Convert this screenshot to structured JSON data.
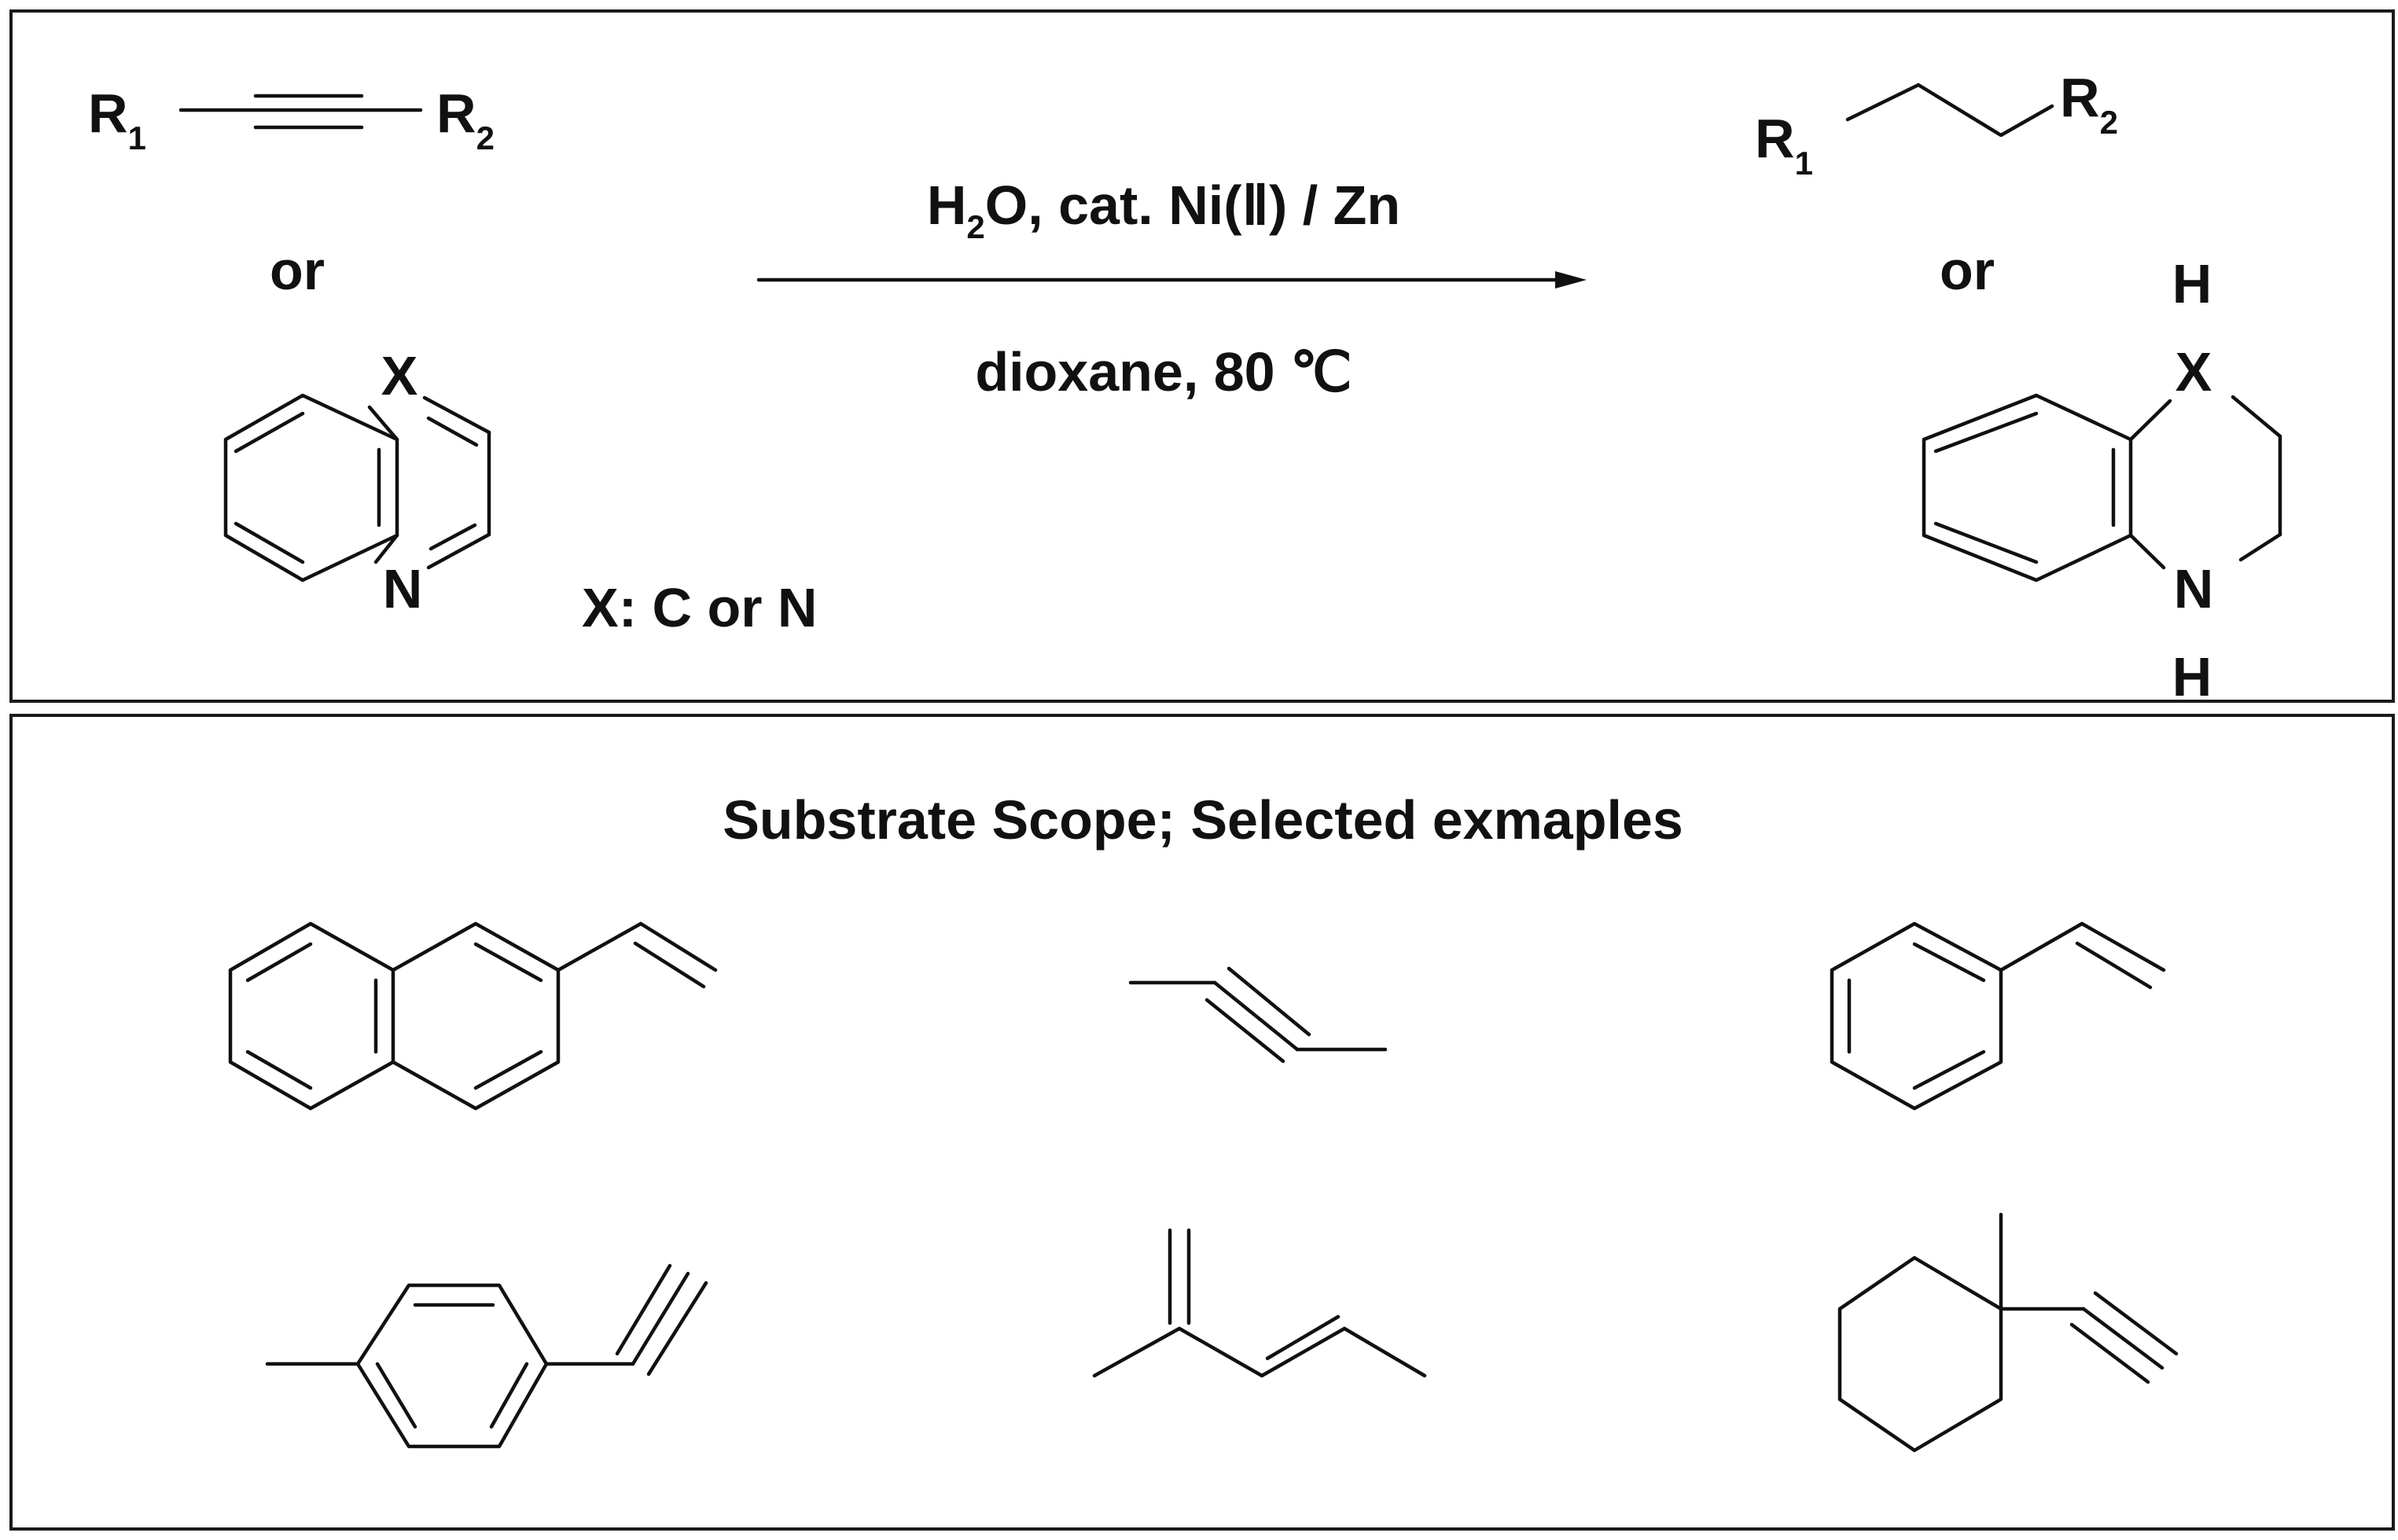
{
  "reaction": {
    "conditions_top": {
      "h": "H",
      "sub2": "2",
      "rest": "O, cat. Ni(Ⅱ) / Zn"
    },
    "conditions_bottom": "dioxane, 80 ℃",
    "reactants": {
      "alkyne": {
        "r1": "R",
        "r1_sub": "1",
        "r2": "R",
        "r2_sub": "2"
      },
      "or": "or",
      "heteroarene": {
        "x_atom": "X",
        "n_atom": "N"
      },
      "x_note": "X: C or N"
    },
    "products": {
      "alkane": {
        "r1": "R",
        "r1_sub": "1",
        "r2": "R",
        "r2_sub": "2"
      },
      "or": "or",
      "reduced_heterocycle": {
        "h_top": "H",
        "x_atom": "X",
        "n_atom": "N",
        "h_bottom": "H"
      }
    }
  },
  "scope": {
    "title": "Substrate Scope; Selected exmaples"
  }
}
